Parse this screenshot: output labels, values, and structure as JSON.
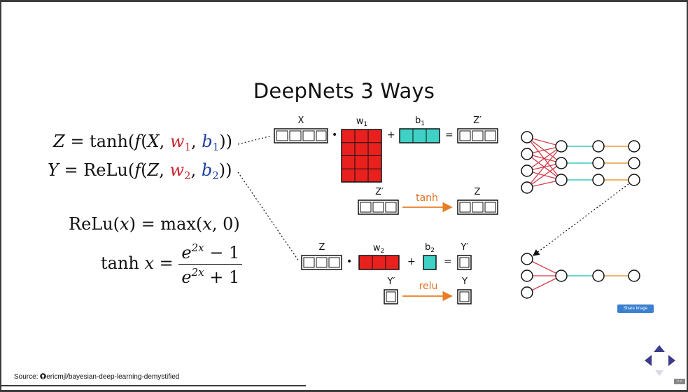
{
  "slide": {
    "title": "DeepNets 3 Ways",
    "source_prefix": "Source:",
    "source_repo": "ericmjl/bayesian-deep-learning-demystified",
    "share_button": "Share Image",
    "page_indicator": "▪ ▪"
  },
  "equations": {
    "z_lhs": "Z",
    "z_eq": " = tanh(",
    "z_f": "f",
    "z_open": "(",
    "z_x": "X",
    "comma": ", ",
    "w": "w",
    "w1_sub": "1",
    "b": "b",
    "b1_sub": "1",
    "z_close": "))",
    "y_lhs": "Y",
    "y_eq": " = ReLu(",
    "y_f": "f",
    "y_open": "(",
    "y_z": "Z",
    "w2_sub": "2",
    "b2_sub": "2",
    "y_close": "))",
    "relu_lhs": "ReLu(",
    "relu_x": "x",
    "relu_rhs": ") = max(",
    "relu_x2": "x",
    "relu_end": ", 0)",
    "tanh_lhs": "tanh ",
    "tanh_x": "x",
    "tanh_eq": " = ",
    "e": "e",
    "exp": "2x",
    "num_tail": " − 1",
    "den_tail": " + 1"
  },
  "diagram": {
    "row1": {
      "x_label": "X",
      "w_label": "w",
      "w_sub": "1",
      "b_label": "b",
      "b_sub": "1",
      "out_label": "Z′"
    },
    "row2": {
      "in_label": "Z′",
      "act": "tanh",
      "out_label": "Z"
    },
    "row3": {
      "in_label": "Z",
      "w_label": "w",
      "w_sub": "2",
      "b_label": "b",
      "b_sub": "2",
      "out_label": "Y′"
    },
    "row4": {
      "in_label": "Y′",
      "act": "relu",
      "out_label": "Y"
    },
    "ops": {
      "dot": "•",
      "plus": "+",
      "equals": "="
    },
    "cell_text": "..."
  },
  "colors": {
    "weight_red": "#e8211f",
    "bias_teal": "#3fd1c5",
    "activation_orange": "#e87d25",
    "edge_red": "#d33a47",
    "edge_teal": "#3fc7c0",
    "edge_orange": "#e79a3c",
    "nav_purple": "#3b3b8c"
  },
  "icons": [
    "github-icon",
    "nav-up-icon",
    "nav-left-icon",
    "nav-right-icon",
    "nav-down-icon"
  ]
}
